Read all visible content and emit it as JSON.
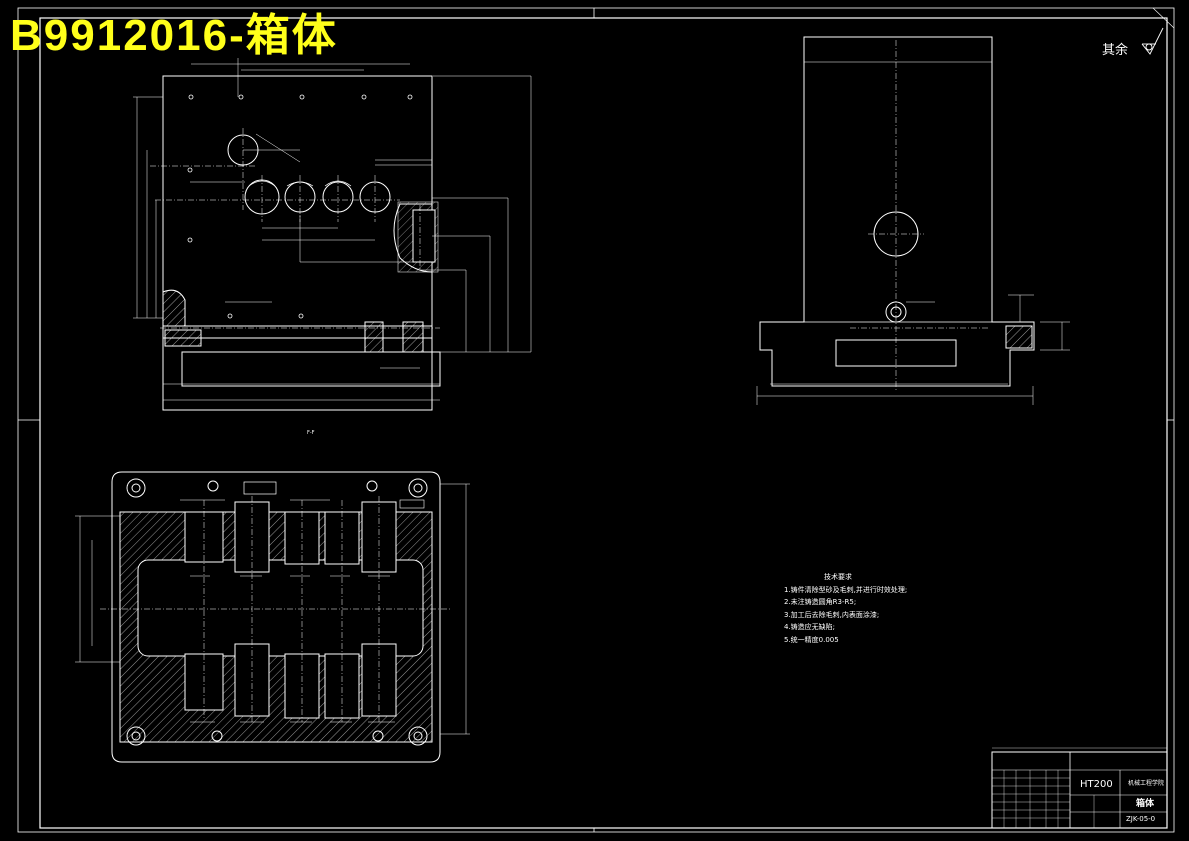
{
  "header": {
    "title": "B9912016-箱体"
  },
  "roughness": {
    "label": "其余"
  },
  "section_label": "F-F",
  "notes": {
    "heading": "技术要求",
    "items": [
      "1.铸件清除型砂及毛刺,并进行时效处理;",
      "2.未注铸造圆角R3-R5;",
      "3.加工后去除毛刺,内表面涂漆;",
      "4.铸造应无缺陷;",
      "5.统一精度0.005"
    ]
  },
  "title_block": {
    "material": "HT200",
    "part_name": "箱体",
    "school": "机械工程学院",
    "drawing_no": "ZJK-05-0"
  }
}
